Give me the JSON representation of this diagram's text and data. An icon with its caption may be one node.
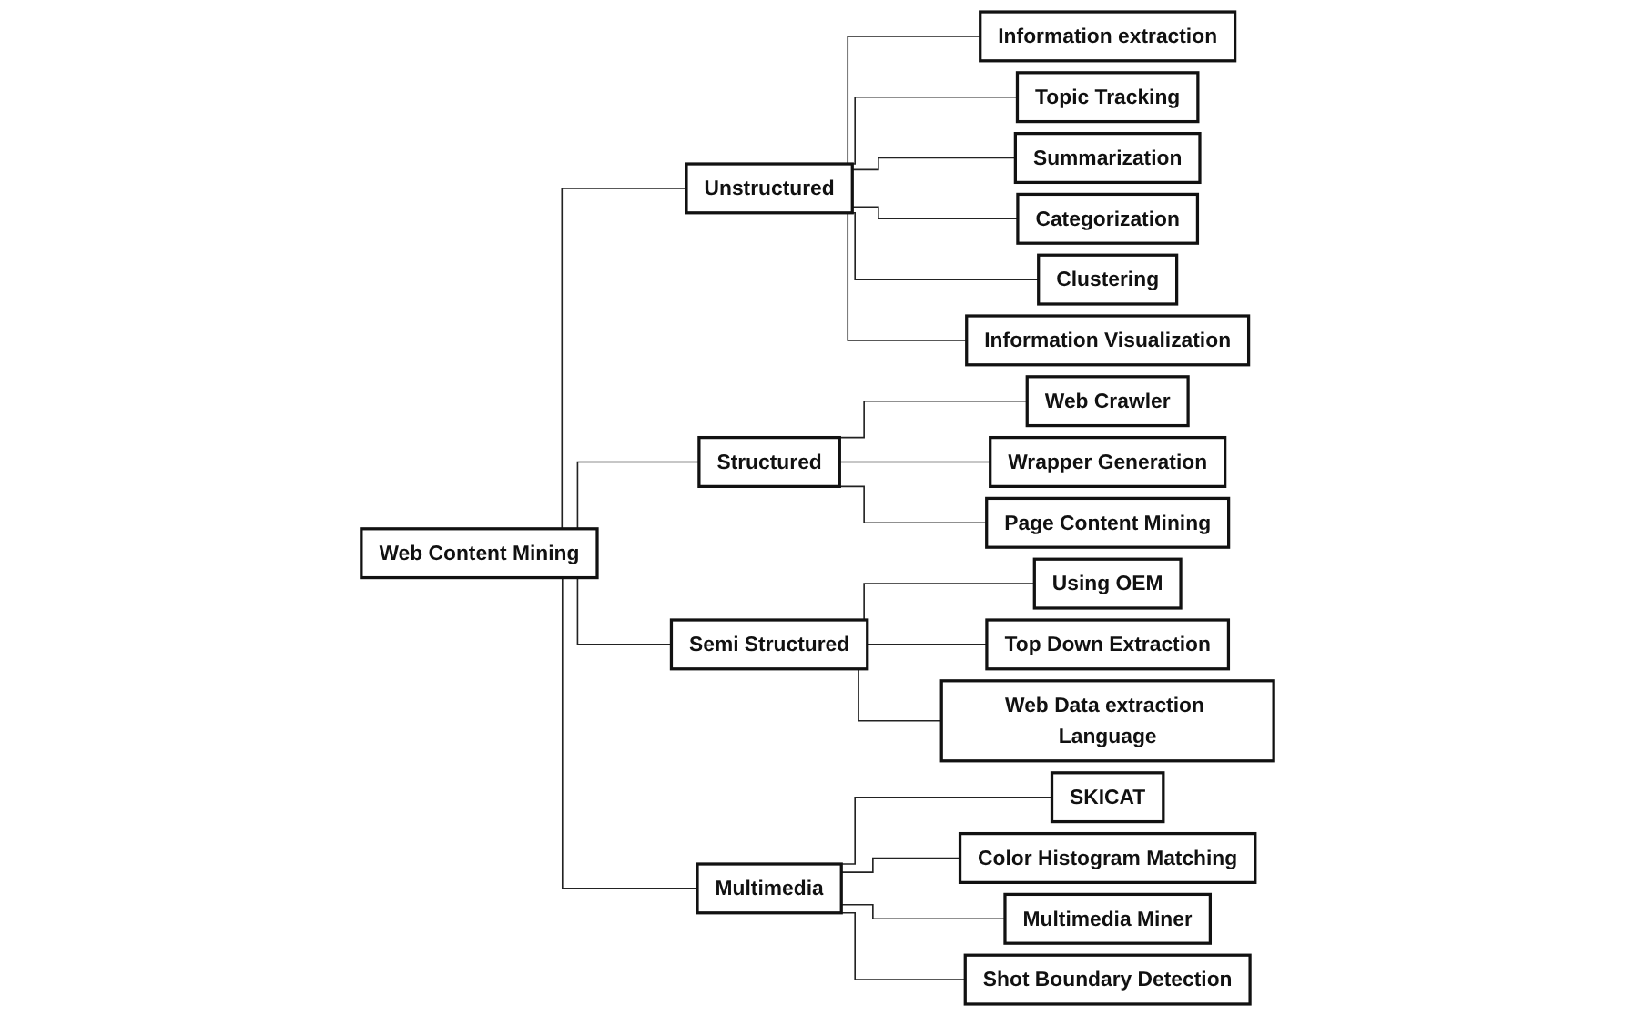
{
  "diagram": {
    "nodes": [
      {
        "text": [
          "Web Content Mining"
        ]
      },
      {
        "text": [
          "Unstructured"
        ]
      },
      {
        "text": [
          "Structured"
        ]
      },
      {
        "text": [
          "Semi Structured"
        ]
      },
      {
        "text": [
          "Multimedia"
        ]
      },
      {
        "text": [
          "Information extraction"
        ]
      },
      {
        "text": [
          "Topic Tracking"
        ]
      },
      {
        "text": [
          "Summarization"
        ]
      },
      {
        "text": [
          "Categorization"
        ]
      },
      {
        "text": [
          "Clustering"
        ]
      },
      {
        "text": [
          "Information Visualization"
        ]
      },
      {
        "text": [
          "Web Crawler"
        ]
      },
      {
        "text": [
          "Wrapper Generation"
        ]
      },
      {
        "text": [
          "Page Content Mining"
        ]
      },
      {
        "text": [
          "Using OEM"
        ]
      },
      {
        "text": [
          "Top Down Extraction"
        ]
      },
      {
        "text": [
          "Web Data extraction Language"
        ]
      },
      {
        "text": [
          "SKICAT"
        ]
      },
      {
        "text": [
          "Color Histogram Matching"
        ]
      },
      {
        "text": [
          "Multimedia Miner"
        ]
      },
      {
        "text": [
          "Shot Boundary Detection"
        ]
      }
    ],
    "edges": [
      {
        "from": 0,
        "to": 1,
        "arrow": "none"
      },
      {
        "from": 0,
        "to": 2,
        "arrow": "none"
      },
      {
        "from": 0,
        "to": 3,
        "arrow": "none"
      },
      {
        "from": 0,
        "to": 4,
        "arrow": "none"
      },
      {
        "from": 1,
        "to": 5,
        "arrow": "none"
      },
      {
        "from": 1,
        "to": 6,
        "arrow": "none"
      },
      {
        "from": 1,
        "to": 7,
        "arrow": "none"
      },
      {
        "from": 1,
        "to": 8,
        "arrow": "none"
      },
      {
        "from": 1,
        "to": 9,
        "arrow": "none"
      },
      {
        "from": 1,
        "to": 10,
        "arrow": "none"
      },
      {
        "from": 2,
        "to": 11,
        "arrow": "none"
      },
      {
        "from": 2,
        "to": 12,
        "arrow": "none"
      },
      {
        "from": 2,
        "to": 13,
        "arrow": "none"
      },
      {
        "from": 3,
        "to": 14,
        "arrow": "none"
      },
      {
        "from": 3,
        "to": 15,
        "arrow": "none"
      },
      {
        "from": 3,
        "to": 16,
        "arrow": "none"
      },
      {
        "from": 4,
        "to": 17,
        "arrow": "none"
      },
      {
        "from": 4,
        "to": 18,
        "arrow": "none"
      },
      {
        "from": 4,
        "to": 19,
        "arrow": "none"
      },
      {
        "from": 4,
        "to": 20,
        "arrow": "none"
      }
    ]
  }
}
